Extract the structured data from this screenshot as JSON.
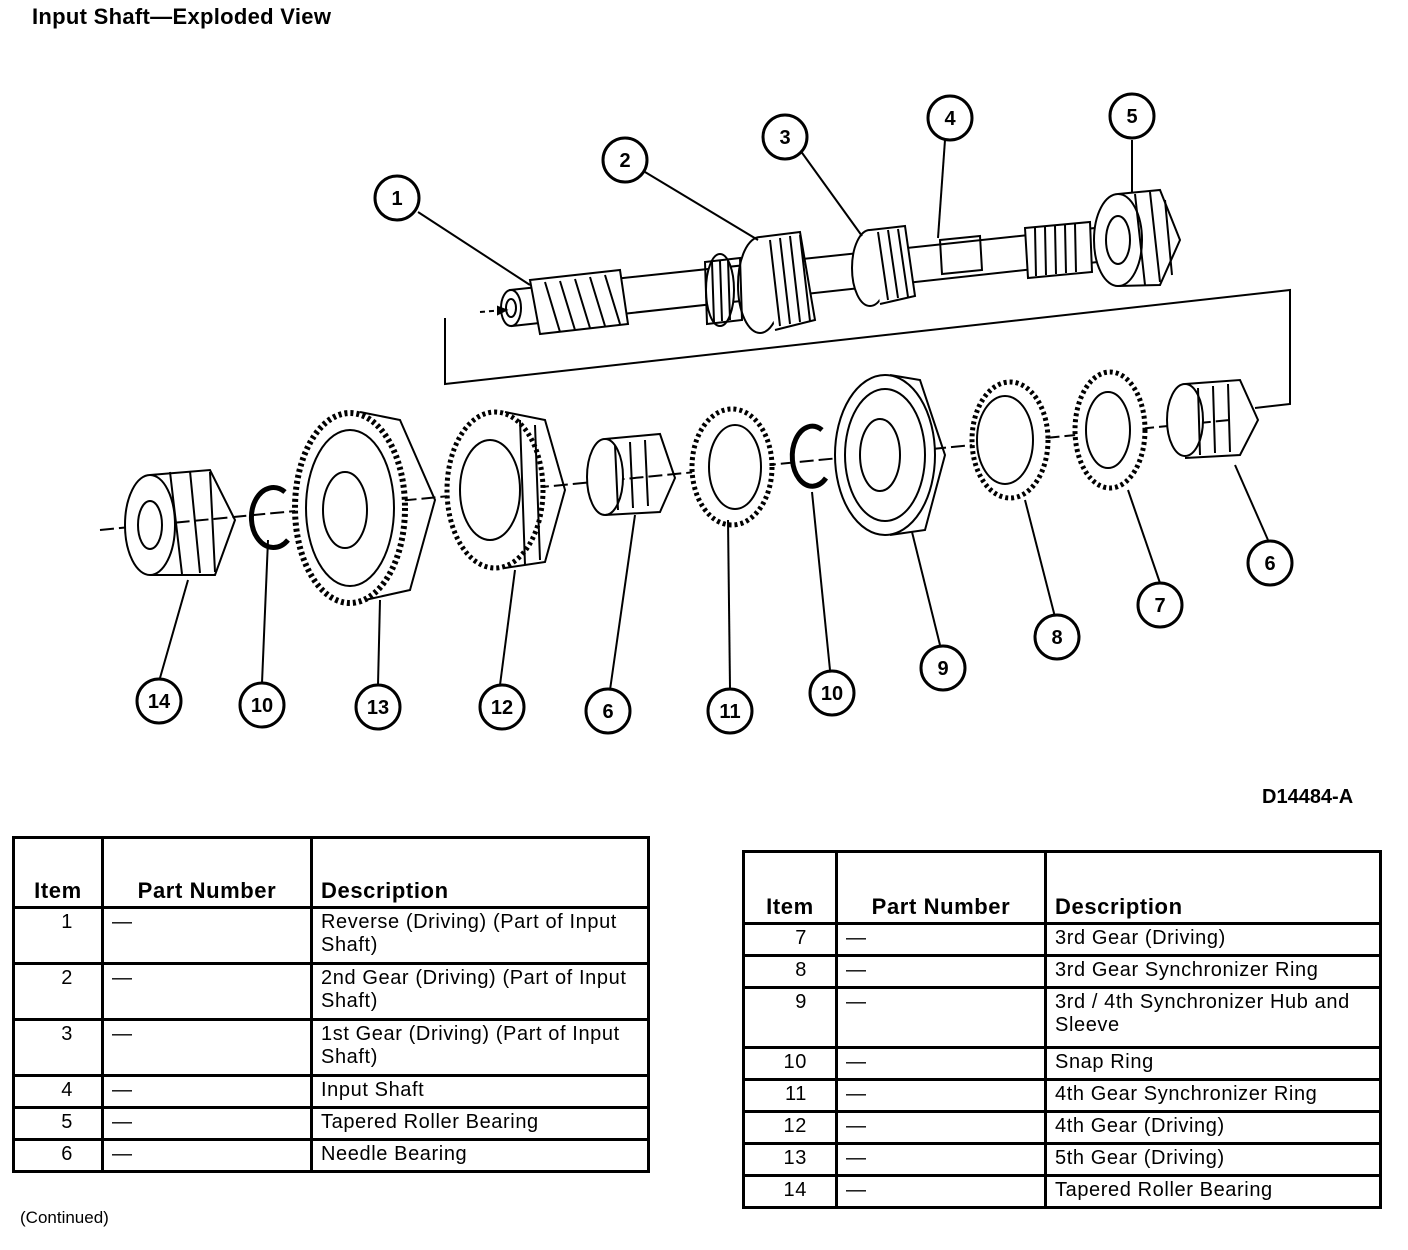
{
  "title": "Input Shaft—Exploded View",
  "figure_code": "D14484-A",
  "continued_note": "(Continued)",
  "table_headers": {
    "item": "Item",
    "part_number": "Part Number",
    "description": "Description"
  },
  "left_table": [
    {
      "item": "1",
      "part": "—",
      "desc": "Reverse (Driving) (Part of Input Shaft)"
    },
    {
      "item": "2",
      "part": "—",
      "desc": "2nd Gear (Driving) (Part of Input Shaft)"
    },
    {
      "item": "3",
      "part": "—",
      "desc": "1st Gear (Driving) (Part of Input Shaft)"
    },
    {
      "item": "4",
      "part": "—",
      "desc": "Input Shaft"
    },
    {
      "item": "5",
      "part": "—",
      "desc": "Tapered Roller Bearing"
    },
    {
      "item": "6",
      "part": "—",
      "desc": "Needle Bearing"
    }
  ],
  "right_table": [
    {
      "item": "7",
      "part": "—",
      "desc": "3rd Gear (Driving)"
    },
    {
      "item": "8",
      "part": "—",
      "desc": "3rd Gear Synchronizer Ring"
    },
    {
      "item": "9",
      "part": "—",
      "desc": "3rd / 4th Synchronizer Hub and Sleeve"
    },
    {
      "item": "10",
      "part": "—",
      "desc": "Snap Ring"
    },
    {
      "item": "11",
      "part": "—",
      "desc": "4th Gear Synchronizer Ring"
    },
    {
      "item": "12",
      "part": "—",
      "desc": "4th Gear (Driving)"
    },
    {
      "item": "13",
      "part": "—",
      "desc": "5th Gear (Driving)"
    },
    {
      "item": "14",
      "part": "—",
      "desc": "Tapered Roller Bearing"
    }
  ],
  "callouts": [
    "1",
    "2",
    "3",
    "4",
    "5",
    "6",
    "7",
    "8",
    "9",
    "10",
    "11",
    "12",
    "13",
    "14"
  ]
}
